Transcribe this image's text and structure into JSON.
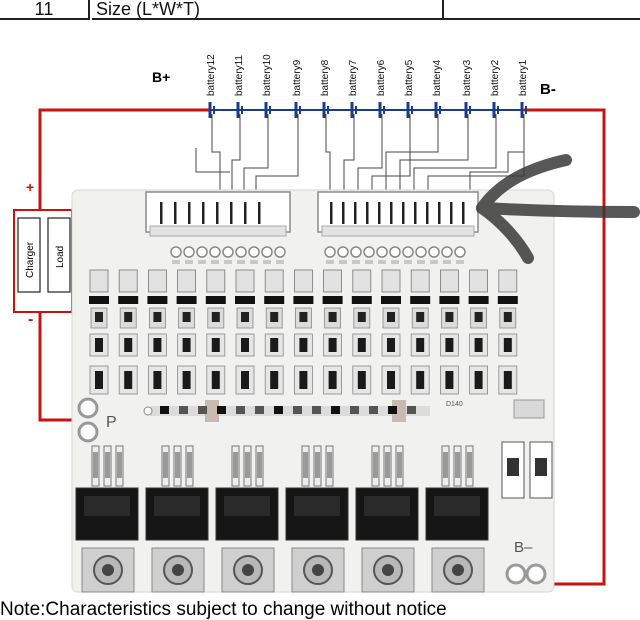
{
  "header": {
    "row_number": "11",
    "label": "Size  (L*W*T)",
    "value": ""
  },
  "diagram": {
    "battery_labels": [
      "battery12",
      "battery11",
      "battery10",
      "battery9",
      "battery8",
      "battery7",
      "battery6",
      "battery5",
      "battery4",
      "battery3",
      "battery2",
      "battery1"
    ],
    "b_plus": "B+",
    "b_minus": "B-",
    "charger": "Charger",
    "load": "Load",
    "plus_sign": "+",
    "minus_sign": "-",
    "p_minus": "P",
    "board_b_minus": "B–",
    "board_code": "D140",
    "colors": {
      "wire": "#cc1111",
      "cell": "#1a3a8a",
      "board": "#f1f1ef",
      "chip": "#111111",
      "annotation": "#333333"
    }
  },
  "footnote": "Note:Characteristics subject to change without notice"
}
